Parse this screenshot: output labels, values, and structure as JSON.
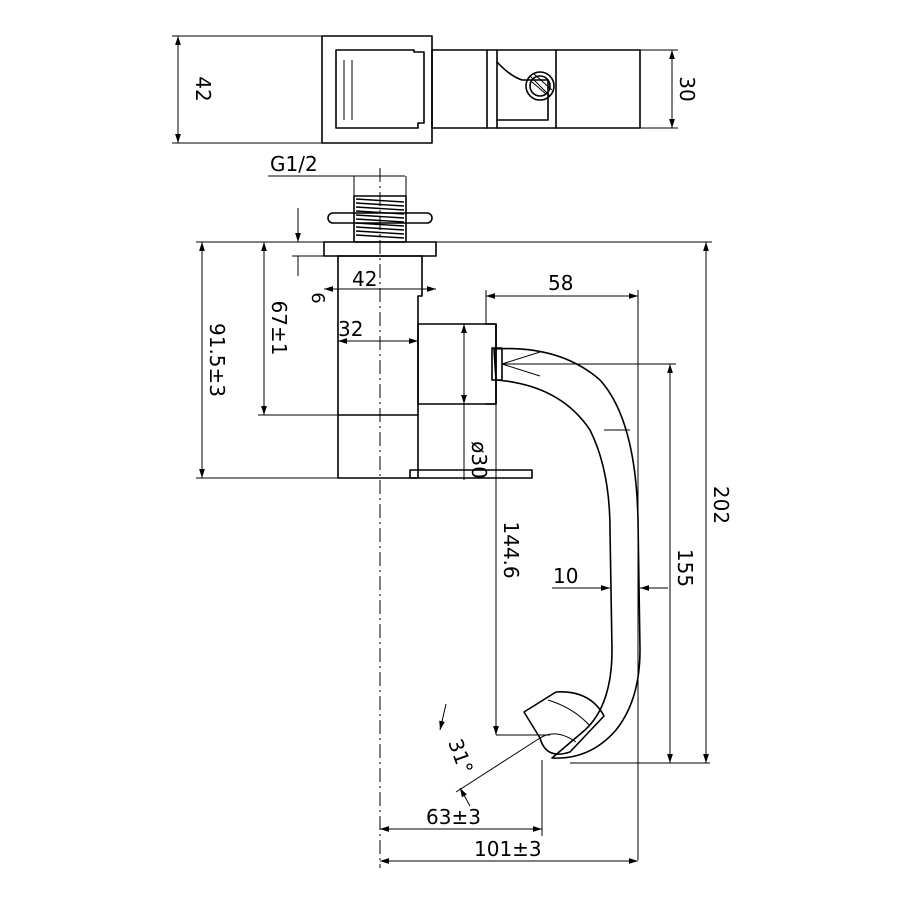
{
  "drawing": {
    "dimensions": {
      "top_height": "42",
      "top_width_right": "30",
      "thread": "G1/2",
      "base_width": "42",
      "body_width": "32",
      "six": "6",
      "height_67": "67±1",
      "height_915": "91.5±3",
      "dia_30": "ø30",
      "reach_58": "58",
      "spout_drop": "144.6",
      "spout_thickness": "10",
      "height_155": "155",
      "overall_height": "202",
      "angle": "31°",
      "reach_63": "63±3",
      "reach_101": "101±3"
    }
  }
}
